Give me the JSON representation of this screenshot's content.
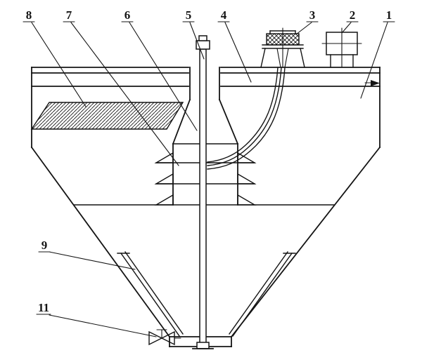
{
  "figure": {
    "kind": "sectional line drawing of a conical settling tank with center shaft, feedwell, lamella plates, top drive units, inner cone and bottom discharge valve",
    "colors": {
      "ink": "#141414",
      "paper": "#ffffff"
    },
    "callouts": [
      {
        "label": "8"
      },
      {
        "label": "7"
      },
      {
        "label": "6"
      },
      {
        "label": "5"
      },
      {
        "label": "4"
      },
      {
        "label": "3"
      },
      {
        "label": "2"
      },
      {
        "label": "1"
      },
      {
        "label": "9"
      },
      {
        "label": "11"
      }
    ]
  }
}
